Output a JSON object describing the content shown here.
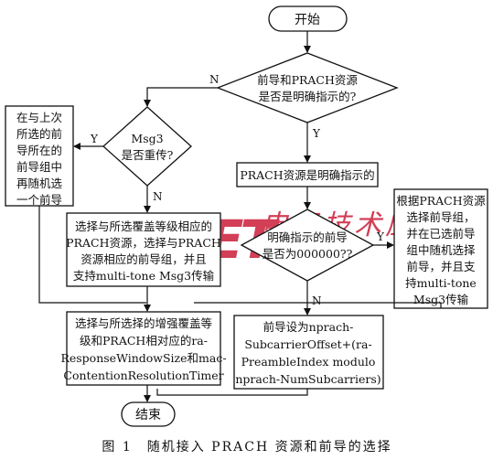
{
  "nodes": {
    "start": "开始",
    "d_explicit": [
      "前导和PRACH资源",
      "是否是明确指示的?"
    ],
    "d_msg3": [
      "Msg3",
      "是否重传?"
    ],
    "p_reselect": [
      "在与上次",
      "所选的前",
      "导所在的",
      "前导组中",
      "再随机选",
      "一个前导"
    ],
    "p_resource_explicit": [
      "PRACH资源是明确指示的"
    ],
    "p_select_group": [
      "选择与所选覆盖等级相应的",
      "PRACH资源，选择与PRACH",
      "资源相应的前导组，并且",
      "支持multi-tone Msg3传输"
    ],
    "d_preamble_zero": [
      "明确指示的前导",
      "是否为000000??"
    ],
    "p_random_select": [
      "根据PRACH资源",
      "选择前导组，",
      "并在已选前导",
      "组中随机选择",
      "前导，并且支",
      "持multi-tone",
      "Msg3传输"
    ],
    "p_set_preamble": [
      "前导设为nprach-",
      "SubcarrierOffset+(ra-",
      "PreambleIndex modulo",
      "nprach-NumSubcarriers)"
    ],
    "p_timers": [
      "选择与所选择的增强覆盖等",
      "级和PRACH相对应的ra-",
      "ResponseWindowSize和mac-",
      "ContentionResolutionTimer"
    ],
    "end": "结束"
  },
  "edge_labels": {
    "explicit_no": "N",
    "explicit_yes": "Y",
    "msg3_yes": "Y",
    "msg3_no": "N",
    "zero_yes": "Y",
    "zero_no": "N"
  },
  "watermark": {
    "text": "AET",
    "subtext": "电子技术应用",
    "color": "#c8102e"
  },
  "caption": "图 1　随机接入 PRACH 资源和前导的选择",
  "colors": {
    "line": "#111111",
    "watermark": "#c8102e"
  }
}
